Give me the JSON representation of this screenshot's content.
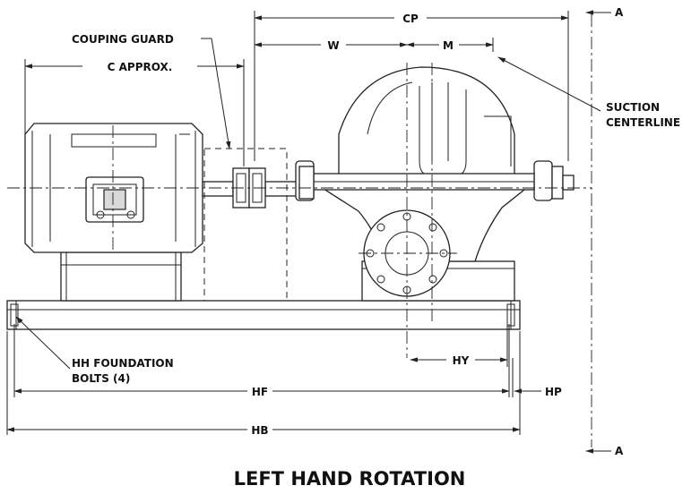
{
  "labels": {
    "cp": "CP",
    "w": "W",
    "m": "M",
    "coupling_guard": "COUPING GUARD",
    "c_approx": "C APPROX.",
    "suction_centerline_1": "SUCTION",
    "suction_centerline_2": "CENTERLINE",
    "a_top": "A",
    "a_bottom": "A",
    "hh_bolts_1": "HH FOUNDATION",
    "hh_bolts_2": "BOLTS (4)",
    "hy": "HY",
    "hf": "HF",
    "hp": "HP",
    "hb": "HB"
  },
  "title": "LEFT HAND ROTATION"
}
